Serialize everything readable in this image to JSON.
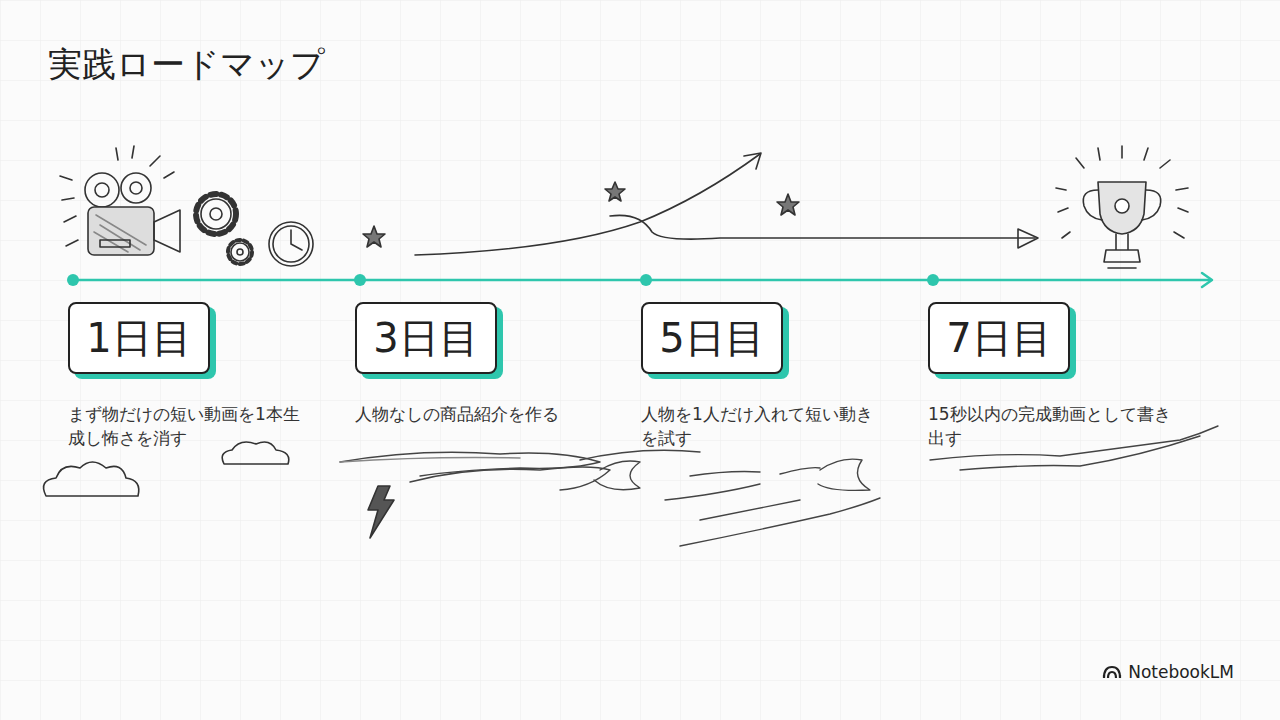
{
  "diagram": {
    "title": "実践ロードマップ",
    "nodes": [
      {
        "text": [
          "1日目",
          "まず物だけの短い動画を1本生成し怖さを消す"
        ]
      },
      {
        "text": [
          "3日目",
          "人物なしの商品紹介を作る"
        ]
      },
      {
        "text": [
          "5日目",
          "人物を1人だけ入れて短い動きを試す"
        ]
      },
      {
        "text": [
          "7日目",
          "15秒以内の完成動画として書き出す"
        ]
      }
    ],
    "labels": [
      "NotebookLM"
    ]
  }
}
